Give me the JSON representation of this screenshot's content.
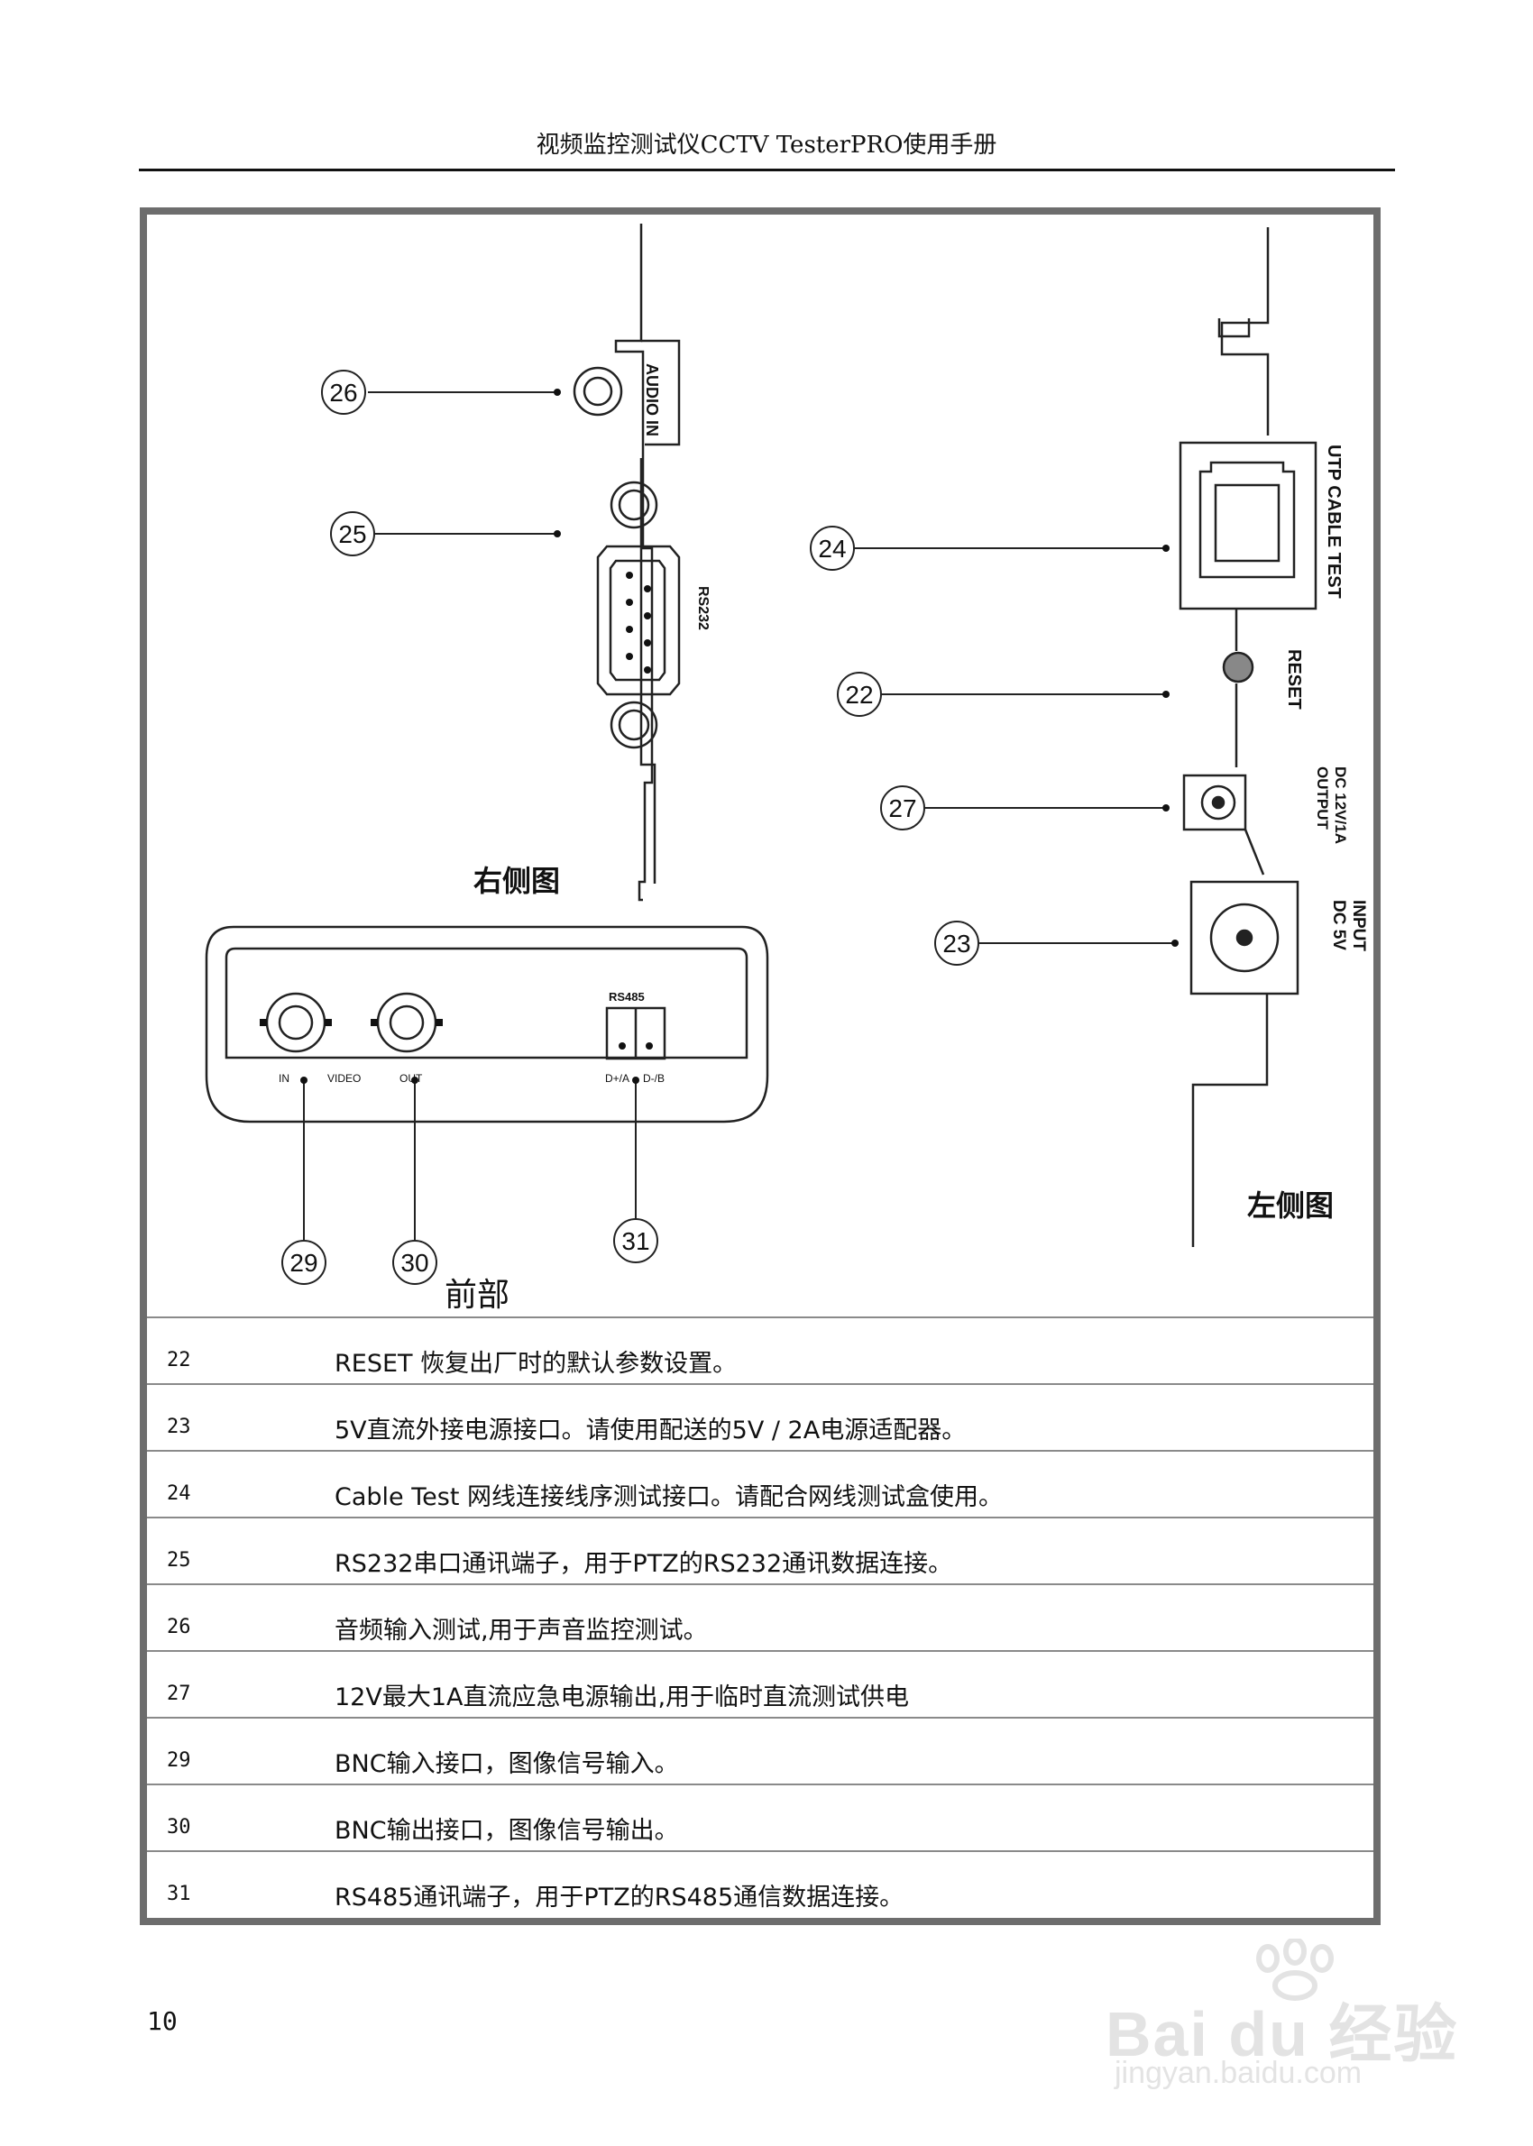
{
  "header": {
    "title": "视频监控测试仪CCTV TesterPRO使用手册"
  },
  "diagram": {
    "right_side": {
      "caption": "右侧图",
      "labels": {
        "audio_in": "AUDIO IN",
        "rs232": "RS232"
      },
      "callouts": {
        "audio": "26",
        "rs232": "25"
      }
    },
    "left_side": {
      "caption": "左侧图",
      "labels": {
        "utp": "UTP CABLE TEST",
        "reset": "RESET",
        "dc_out_1": "DC 12V/1A",
        "dc_out_2": "OUTPUT",
        "input_1": "INPUT",
        "input_2": "DC 5V"
      },
      "callouts": {
        "utp": "24",
        "reset": "22",
        "dc_out": "27",
        "input": "23"
      }
    },
    "front": {
      "caption": "前部",
      "labels": {
        "rs485": "RS485",
        "video_in": "IN",
        "video": "VIDEO",
        "video_out": "OUT",
        "d_plus": "D+/A",
        "d_minus": "D-/B"
      },
      "callouts": {
        "video_in": "29",
        "video_out": "30",
        "rs485": "31"
      }
    }
  },
  "table": {
    "rows": [
      {
        "num": "22",
        "desc": "RESET 恢复出厂时的默认参数设置。"
      },
      {
        "num": "23",
        "desc": "5V直流外接电源接口。请使用配送的5V / 2A电源适配器。"
      },
      {
        "num": "24",
        "desc": "Cable Test 网线连接线序测试接口。请配合网线测试盒使用。"
      },
      {
        "num": "25",
        "desc": "RS232串口通讯端子，用于PTZ的RS232通讯数据连接。"
      },
      {
        "num": "26",
        "desc": "音频输入测试,用于声音监控测试。"
      },
      {
        "num": "27",
        "desc": "12V最大1A直流应急电源输出,用于临时直流测试供电"
      },
      {
        "num": "29",
        "desc": "BNC输入接口，图像信号输入。"
      },
      {
        "num": "30",
        "desc": "BNC输出接口，图像信号输出。"
      },
      {
        "num": "31",
        "desc": "RS485通讯端子，用于PTZ的RS485通信数据连接。"
      }
    ]
  },
  "footer": {
    "page_number": "10"
  },
  "watermark": {
    "main": "Bai du 经验",
    "sub": "jingyan.baidu.com"
  }
}
